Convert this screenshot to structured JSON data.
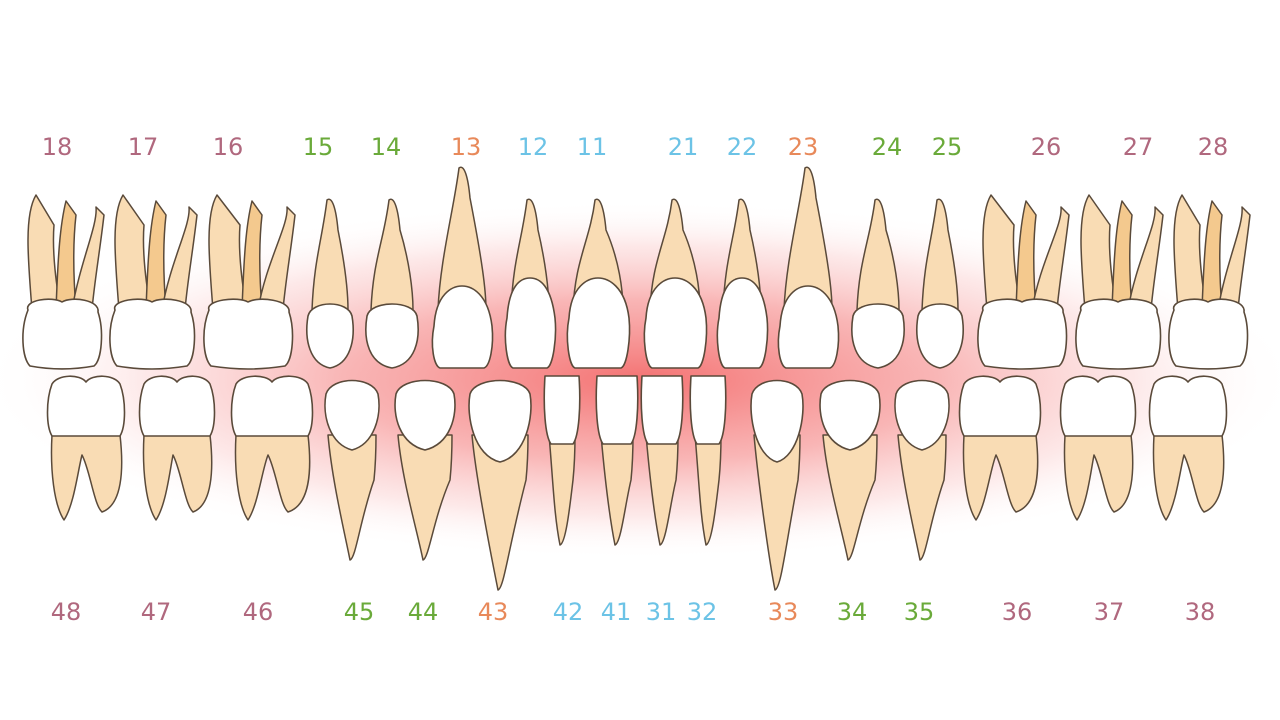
{
  "colors": {
    "molar": "#b0687e",
    "premolar": "#6aaa3a",
    "canine": "#e8895a",
    "incisor": "#6cc3e6",
    "root_fill": "#f9dcb4",
    "root_dark": "#f4c98e",
    "root_stroke": "#5a4a3a",
    "crown_fill": "#ffffff",
    "crown_shadow": "#d8d8d8",
    "gum_glow": "#f25a5a"
  },
  "upper_teeth": [
    {
      "number": "18",
      "type": "molar"
    },
    {
      "number": "17",
      "type": "molar"
    },
    {
      "number": "16",
      "type": "molar"
    },
    {
      "number": "15",
      "type": "premolar"
    },
    {
      "number": "14",
      "type": "premolar"
    },
    {
      "number": "13",
      "type": "canine"
    },
    {
      "number": "12",
      "type": "incisor"
    },
    {
      "number": "11",
      "type": "incisor"
    },
    {
      "number": "21",
      "type": "incisor"
    },
    {
      "number": "22",
      "type": "incisor"
    },
    {
      "number": "23",
      "type": "canine"
    },
    {
      "number": "24",
      "type": "premolar"
    },
    {
      "number": "25",
      "type": "premolar"
    },
    {
      "number": "26",
      "type": "molar"
    },
    {
      "number": "27",
      "type": "molar"
    },
    {
      "number": "28",
      "type": "molar"
    }
  ],
  "lower_teeth": [
    {
      "number": "48",
      "type": "molar"
    },
    {
      "number": "47",
      "type": "molar"
    },
    {
      "number": "46",
      "type": "molar"
    },
    {
      "number": "45",
      "type": "premolar"
    },
    {
      "number": "44",
      "type": "premolar"
    },
    {
      "number": "43",
      "type": "canine"
    },
    {
      "number": "42",
      "type": "incisor"
    },
    {
      "number": "41",
      "type": "incisor"
    },
    {
      "number": "31",
      "type": "incisor"
    },
    {
      "number": "32",
      "type": "incisor"
    },
    {
      "number": "33",
      "type": "canine"
    },
    {
      "number": "34",
      "type": "premolar"
    },
    {
      "number": "35",
      "type": "premolar"
    },
    {
      "number": "36",
      "type": "molar"
    },
    {
      "number": "37",
      "type": "molar"
    },
    {
      "number": "38",
      "type": "molar"
    }
  ]
}
